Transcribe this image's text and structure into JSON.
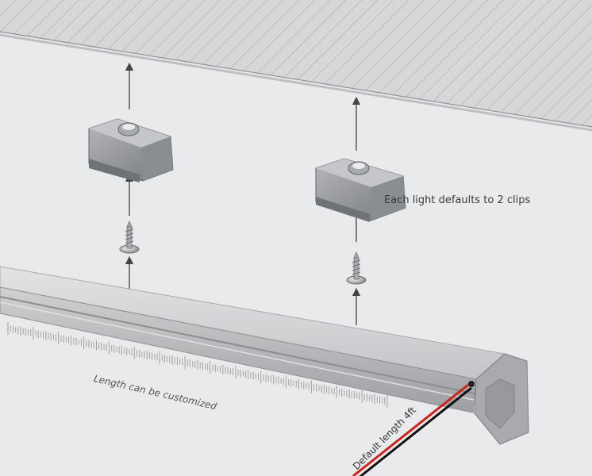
{
  "annotations": {
    "clips_note": "Each light defaults to 2 clips",
    "length_note": "Length can be customized",
    "cable_note": "Default length 4ft"
  },
  "colors": {
    "background": "#e9eaec",
    "ceiling": "#d6d7d9",
    "ceiling_hatch": "#9fa1a4",
    "profile": "#c9cacc",
    "clip": "#8f9296",
    "wire_red": "#d0211c",
    "wire_black": "#111111",
    "arrow": "#444444"
  }
}
